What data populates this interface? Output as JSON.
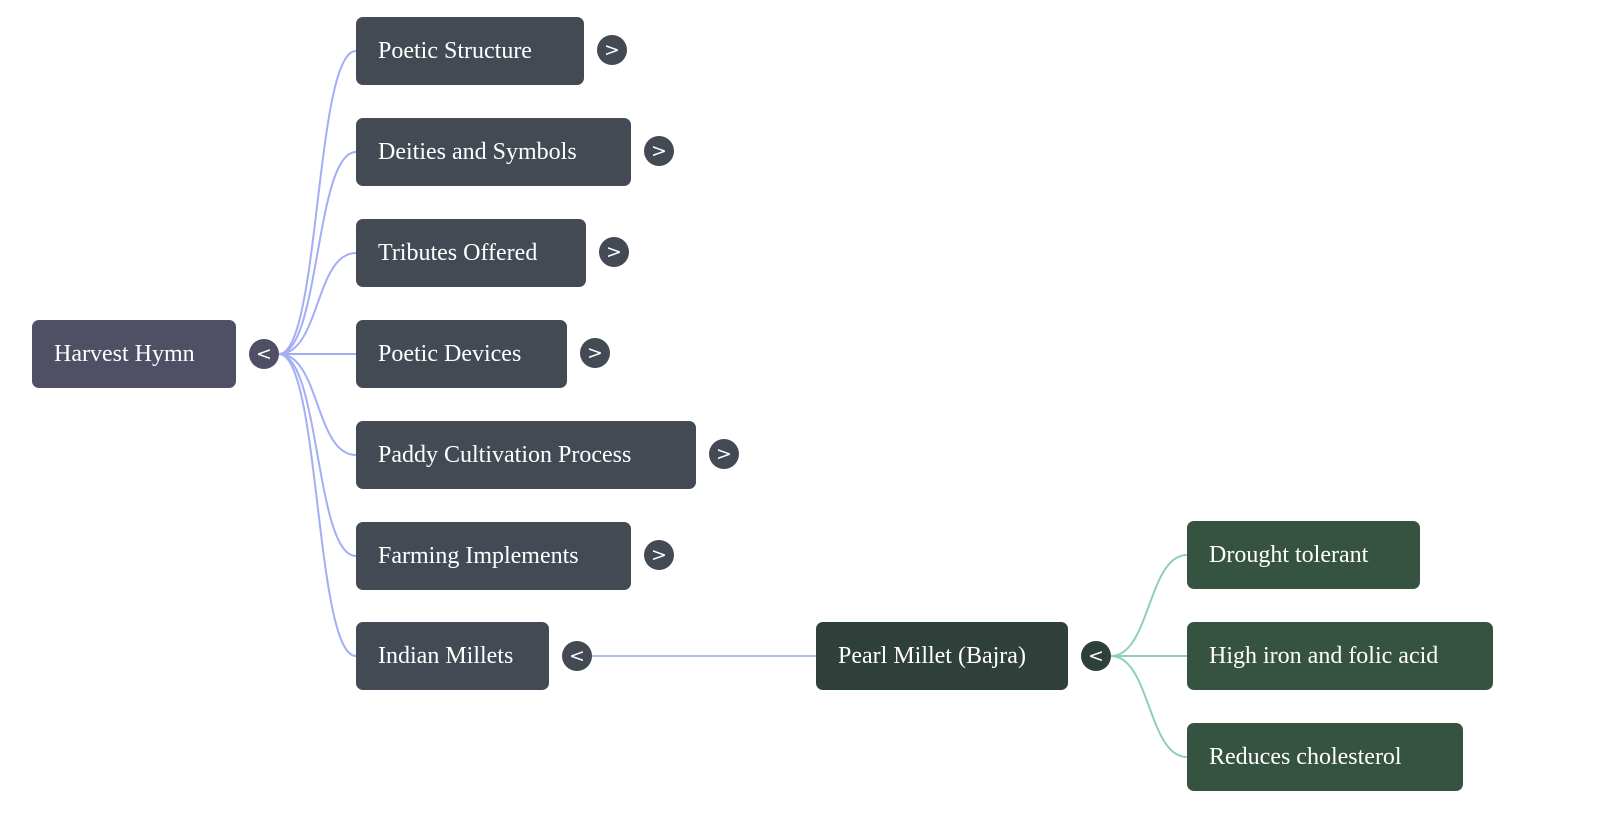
{
  "root": {
    "label": "Harvest Hymn",
    "toggle": "<"
  },
  "children": [
    {
      "label": "Poetic Structure",
      "toggle": ">"
    },
    {
      "label": "Deities and Symbols",
      "toggle": ">"
    },
    {
      "label": "Tributes Offered",
      "toggle": ">"
    },
    {
      "label": "Poetic Devices",
      "toggle": ">"
    },
    {
      "label": "Paddy Cultivation Process",
      "toggle": ">"
    },
    {
      "label": "Farming Implements",
      "toggle": ">"
    },
    {
      "label": "Indian Millets",
      "toggle": "<"
    }
  ],
  "millet_child": {
    "label": "Pearl Millet (Bajra)",
    "toggle": "<"
  },
  "leaves": [
    {
      "label": "Drought tolerant"
    },
    {
      "label": "High iron and folic acid"
    },
    {
      "label": "Reduces cholesterol"
    }
  ],
  "colors": {
    "root": "#4f5066",
    "child": "#434a54",
    "mid": "#2f403b",
    "leaf": "#365241",
    "link_root": "#a3aef5",
    "link_mid": "#b0c6e0",
    "link_leaf": "#8fcfba"
  }
}
